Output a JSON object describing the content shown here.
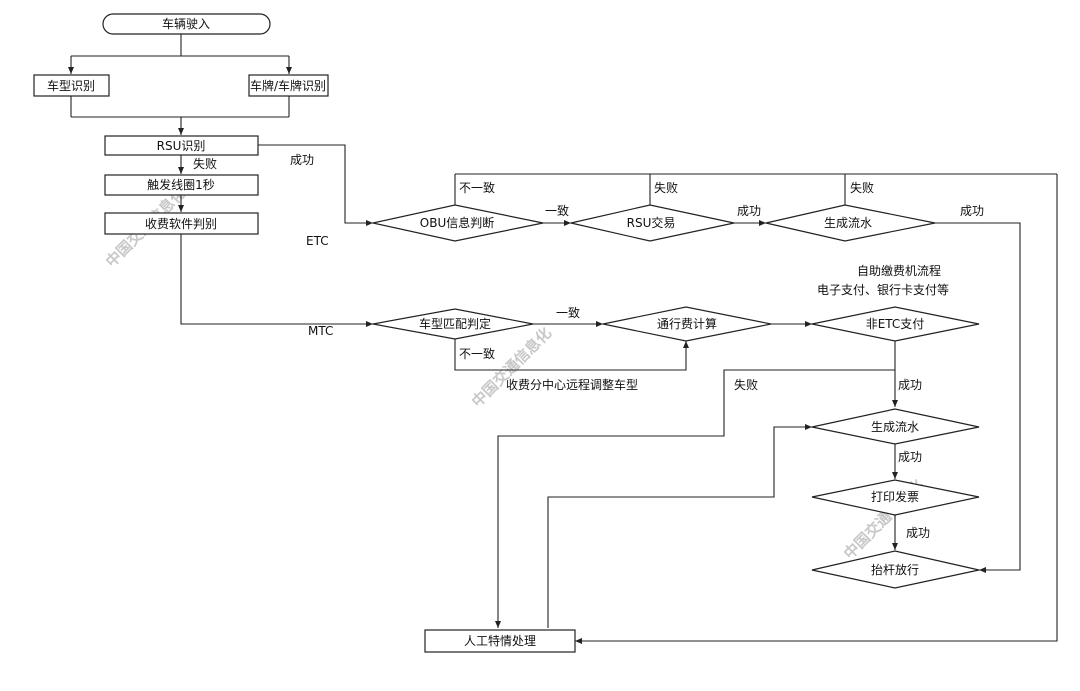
{
  "nodes": {
    "start": "车辆驶入",
    "vehicle_type": "车型识别",
    "plate": "车牌/车牌识别",
    "rsu_identify": "RSU识别",
    "trigger_coil": "触发线圈1秒",
    "toll_software": "收费软件判别",
    "obu_check": "OBU信息判断",
    "rsu_trade": "RSU交易",
    "gen_flow_top": "生成流水",
    "type_match": "车型匹配判定",
    "toll_calc": "通行费计算",
    "non_etc": "非ETC支付",
    "gen_flow": "生成流水",
    "print_invoice": "打印发票",
    "lift_bar": "抬杆放行",
    "manual": "人工特情处理"
  },
  "labels": {
    "fail_1": "失败",
    "success_1": "成功",
    "etc": "ETC",
    "mismatch_top": "不一致",
    "consistent_1": "一致",
    "fail_2": "失败",
    "success_2": "成功",
    "fail_3": "失败",
    "success_3": "成功",
    "mtc": "MTC",
    "consistent_2": "一致",
    "mismatch_2": "不一致",
    "remote_adjust": "收费分中心远程调整车型",
    "self_service_1": "自助缴费机流程",
    "self_service_2": "电子支付、银行卡支付等",
    "fail_4": "失败",
    "success_4": "成功",
    "success_5": "成功",
    "success_6": "成功"
  },
  "watermark": "中国交通信息化"
}
